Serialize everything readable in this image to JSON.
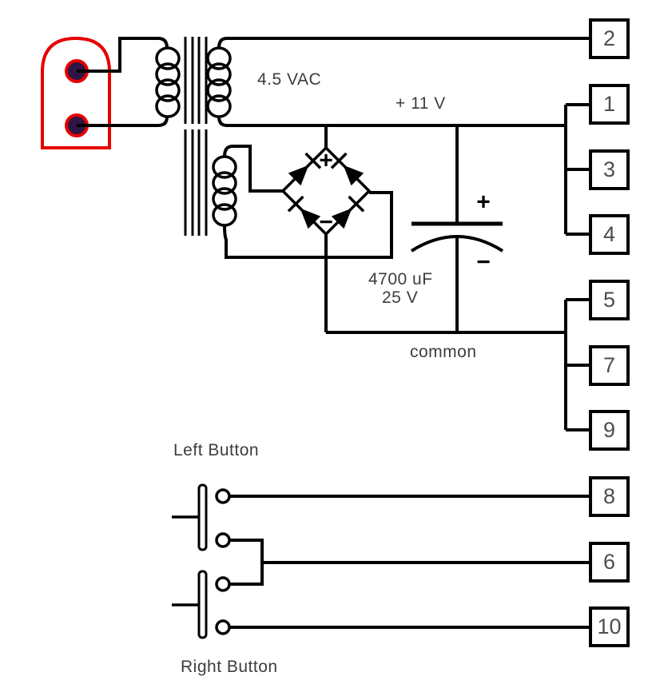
{
  "schematic": {
    "labels": {
      "transformer_output": "4.5 VAC",
      "dc_rail": "+ 11 V",
      "capacitor_value": "4700 uF",
      "capacitor_voltage": "25 V",
      "common_rail": "common",
      "left_button": "Left Button",
      "right_button": "Right Button"
    },
    "symbols": {
      "bridge_plus": "+",
      "bridge_minus": "−",
      "capacitor_plus": "+",
      "capacitor_minus": "−"
    },
    "terminals": [
      {
        "label": "2"
      },
      {
        "label": "1"
      },
      {
        "label": "3"
      },
      {
        "label": "4"
      },
      {
        "label": "5"
      },
      {
        "label": "7"
      },
      {
        "label": "9"
      },
      {
        "label": "8"
      },
      {
        "label": "6"
      },
      {
        "label": "10"
      }
    ],
    "colors": {
      "wire": "#000000",
      "plug_outline": "#e60000",
      "plug_pin_fill": "#2e1644",
      "label_text": "#3d3d3d",
      "terminal_text": "#4d4d4d"
    }
  }
}
